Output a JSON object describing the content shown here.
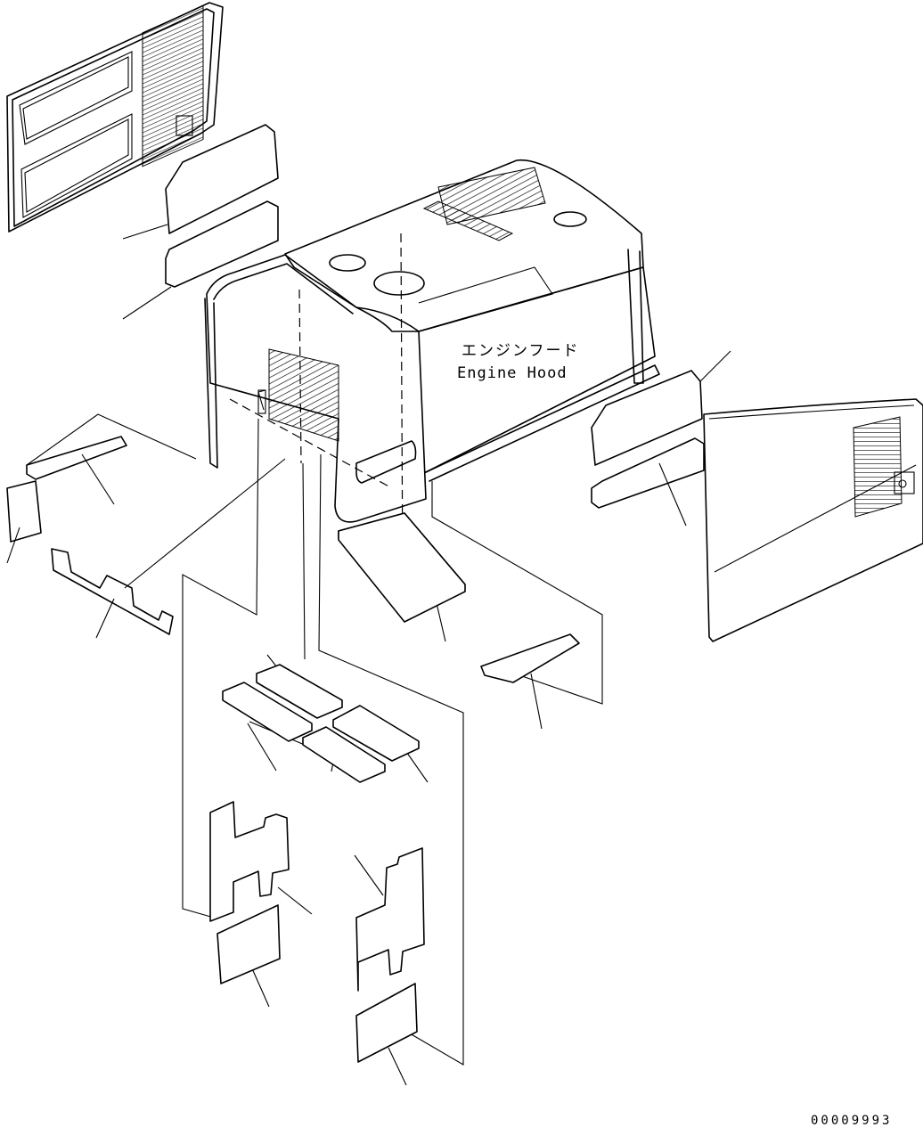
{
  "hood_label": {
    "japanese": "エンジンフード",
    "english": "Engine Hood"
  },
  "drawing_number": "00009993"
}
